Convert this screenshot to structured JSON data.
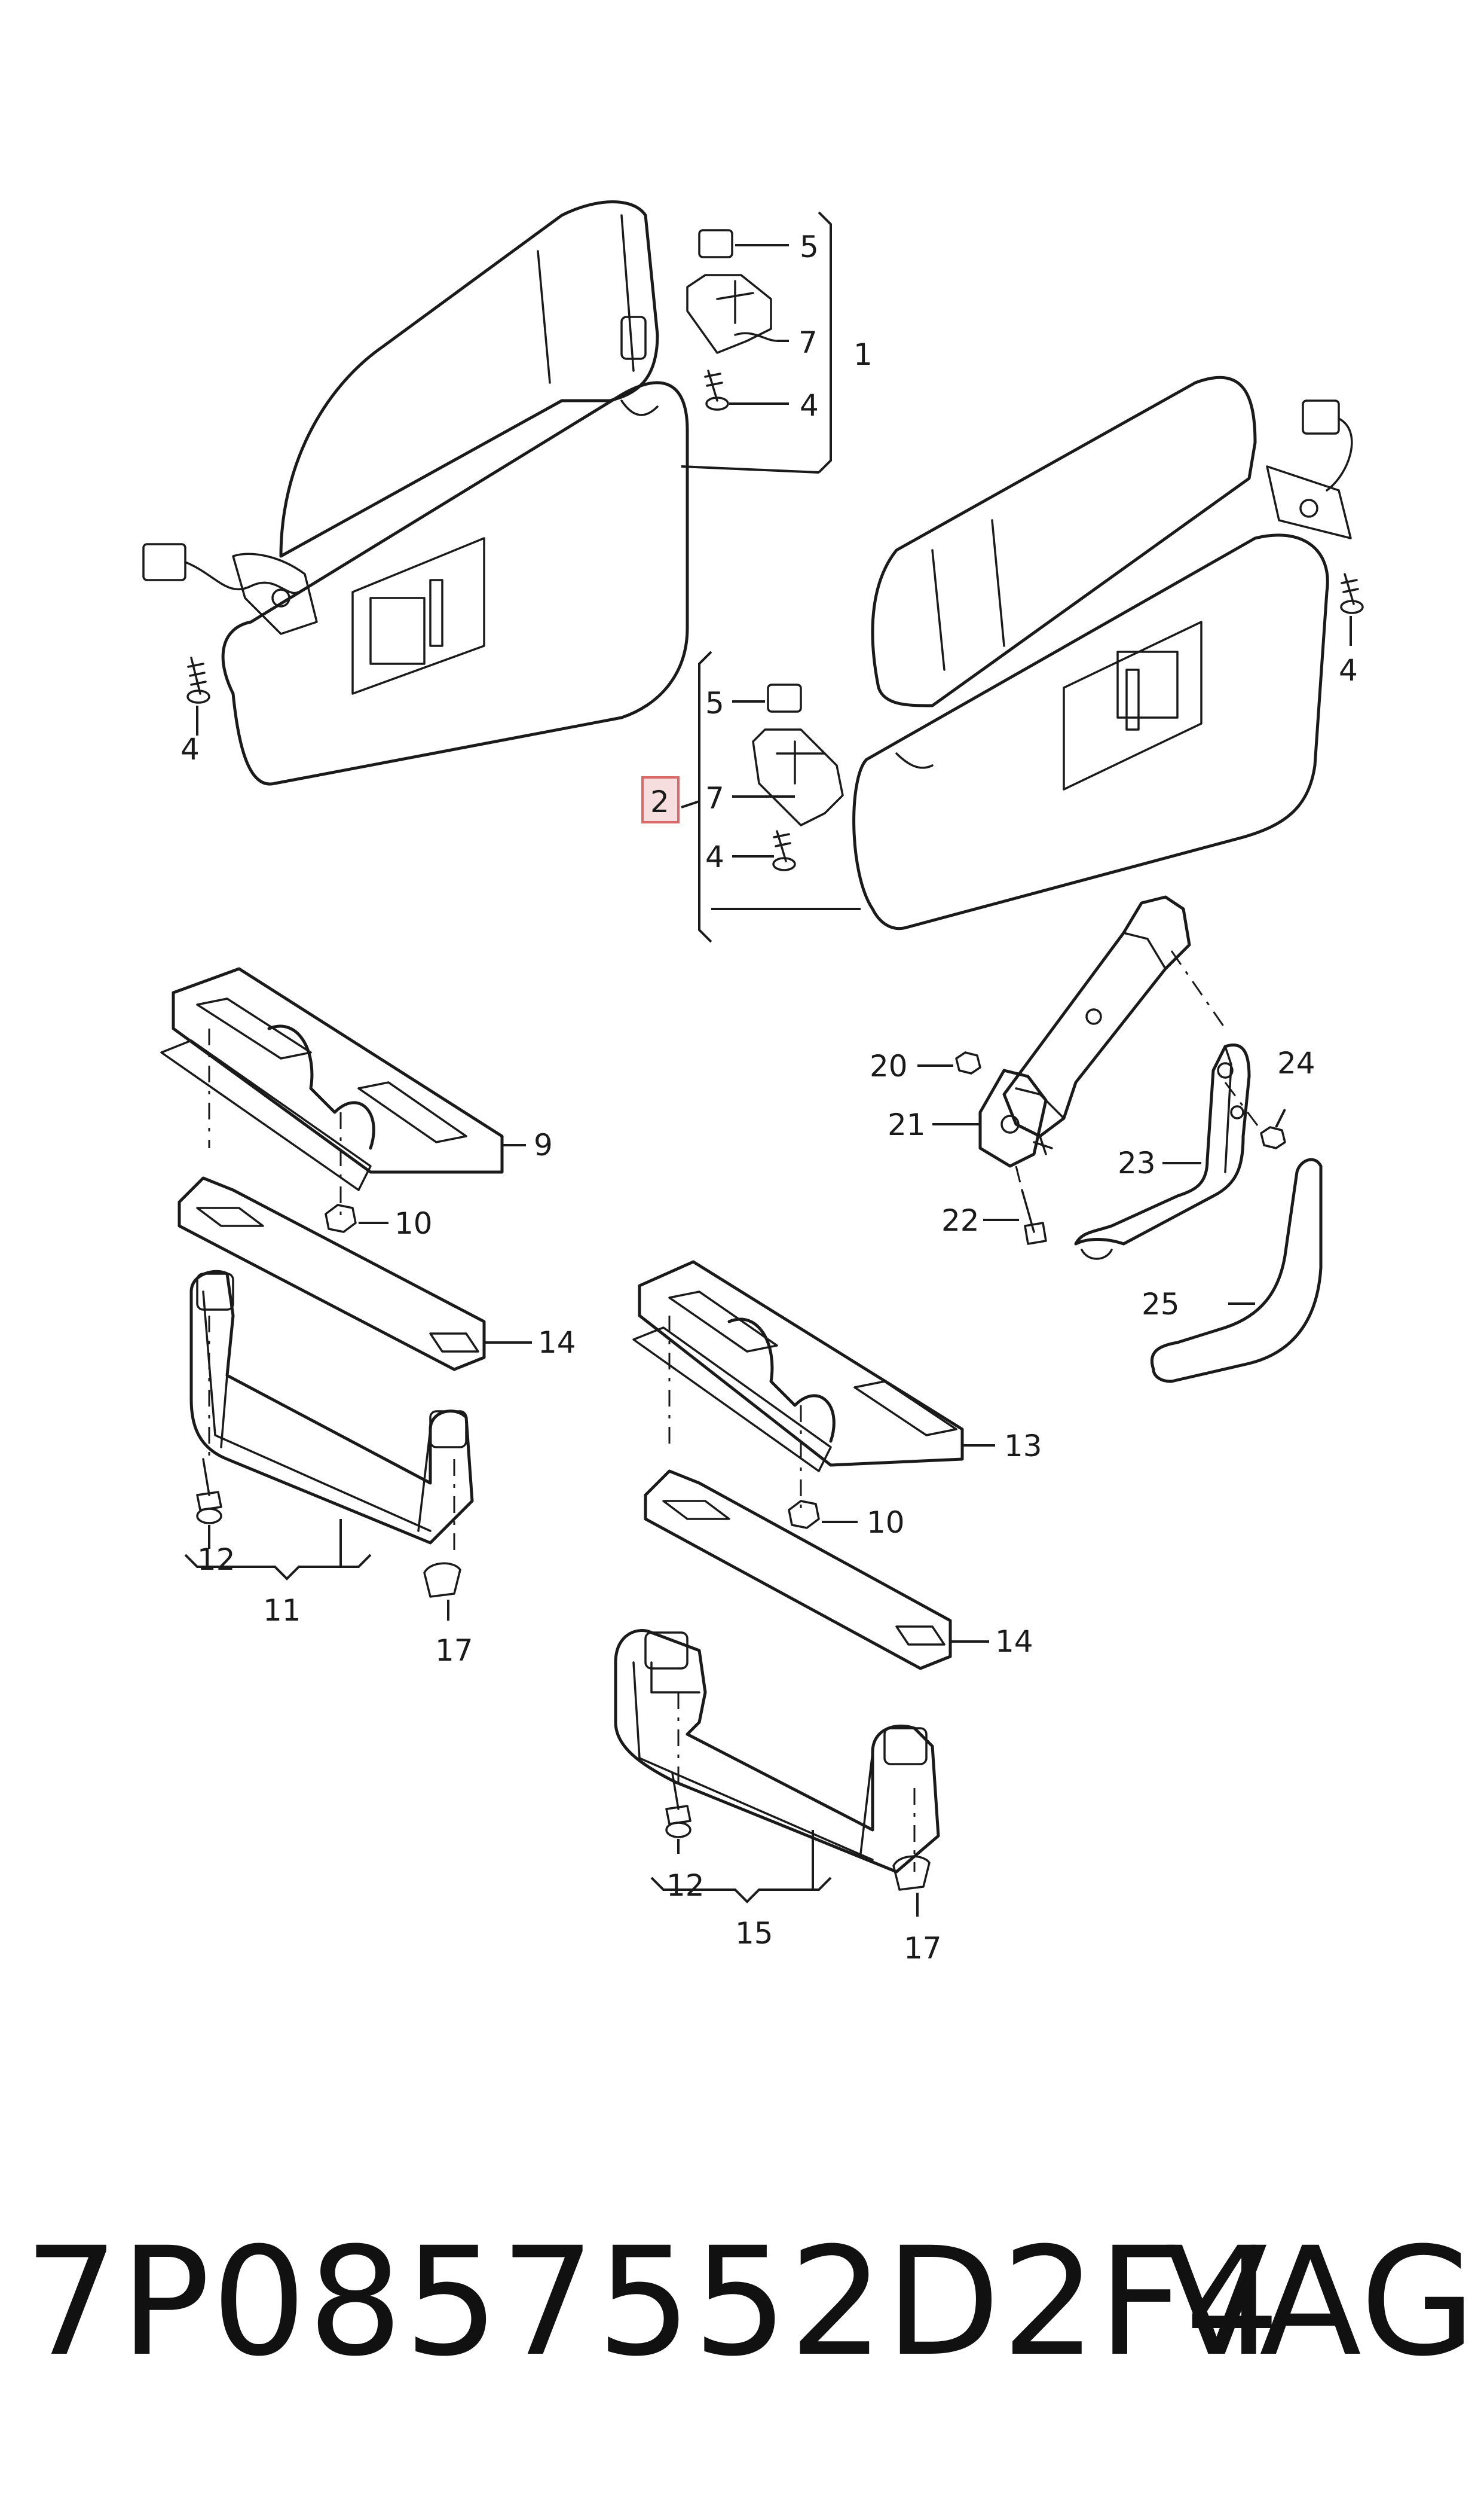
{
  "callouts": {
    "c1": "1",
    "c2": "2",
    "c4a": "4",
    "c4b": "4",
    "c4c": "4",
    "c4d": "4",
    "c5a": "5",
    "c5b": "5",
    "c7a": "7",
    "c7b": "7",
    "c9": "9",
    "c10a": "10",
    "c10b": "10",
    "c11": "11",
    "c12a": "12",
    "c12b": "12",
    "c13": "13",
    "c14a": "14",
    "c14b": "14",
    "c15": "15",
    "c17a": "17",
    "c17b": "17",
    "c20": "20",
    "c21": "21",
    "c22": "22",
    "c23": "23",
    "c24": "24",
    "c25": "25"
  },
  "highlighted_callout": "2",
  "footer": {
    "part_number": "7P0857552D2F4",
    "brand": "VAG"
  },
  "colors": {
    "line": "#1a1a1a",
    "highlight_fill": "#f6dede",
    "highlight_stroke": "#d86a6a"
  }
}
